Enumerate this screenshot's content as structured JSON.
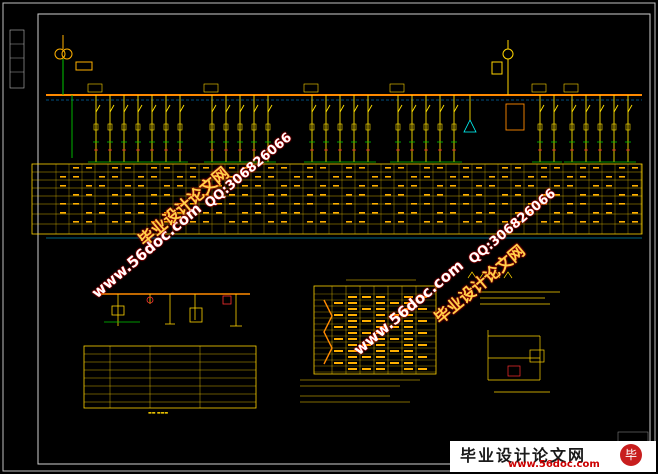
{
  "watermarks": {
    "site": "www.56doc.com",
    "qq": "QQ:306826066",
    "brand": "毕业设计论文网"
  },
  "footer": {
    "brand": "毕业设计论文网",
    "site": "www.56doc.com",
    "seal": "毕"
  },
  "colors": {
    "background": "#000000",
    "frame": "#c8c8c8",
    "busbar": "#ff8a00",
    "feeder": "#ffe000",
    "green": "#00c800",
    "cyan": "#00c8ff",
    "red": "#ff3030",
    "table": "#ffd400"
  }
}
